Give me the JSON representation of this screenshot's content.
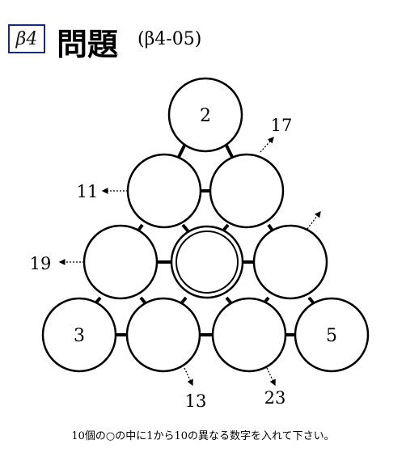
{
  "header": {
    "badge": "β4",
    "title": "問題",
    "code": "(β4-05)"
  },
  "circles": [
    {
      "id": "top",
      "value": "2"
    },
    {
      "id": "row2-left",
      "value": ""
    },
    {
      "id": "row2-right",
      "value": ""
    },
    {
      "id": "row3-left",
      "value": ""
    },
    {
      "id": "row3-center",
      "value": ""
    },
    {
      "id": "row3-right",
      "value": ""
    },
    {
      "id": "row4-1",
      "value": "3"
    },
    {
      "id": "row4-2",
      "value": ""
    },
    {
      "id": "row4-3",
      "value": ""
    },
    {
      "id": "row4-4",
      "value": "5"
    }
  ],
  "clues": {
    "c17": "17",
    "c11": "11",
    "c19": "19",
    "c13": "13",
    "c23": "23"
  },
  "instruction": "10個の○の中に1から10の異なる数字を入れて下さい。"
}
